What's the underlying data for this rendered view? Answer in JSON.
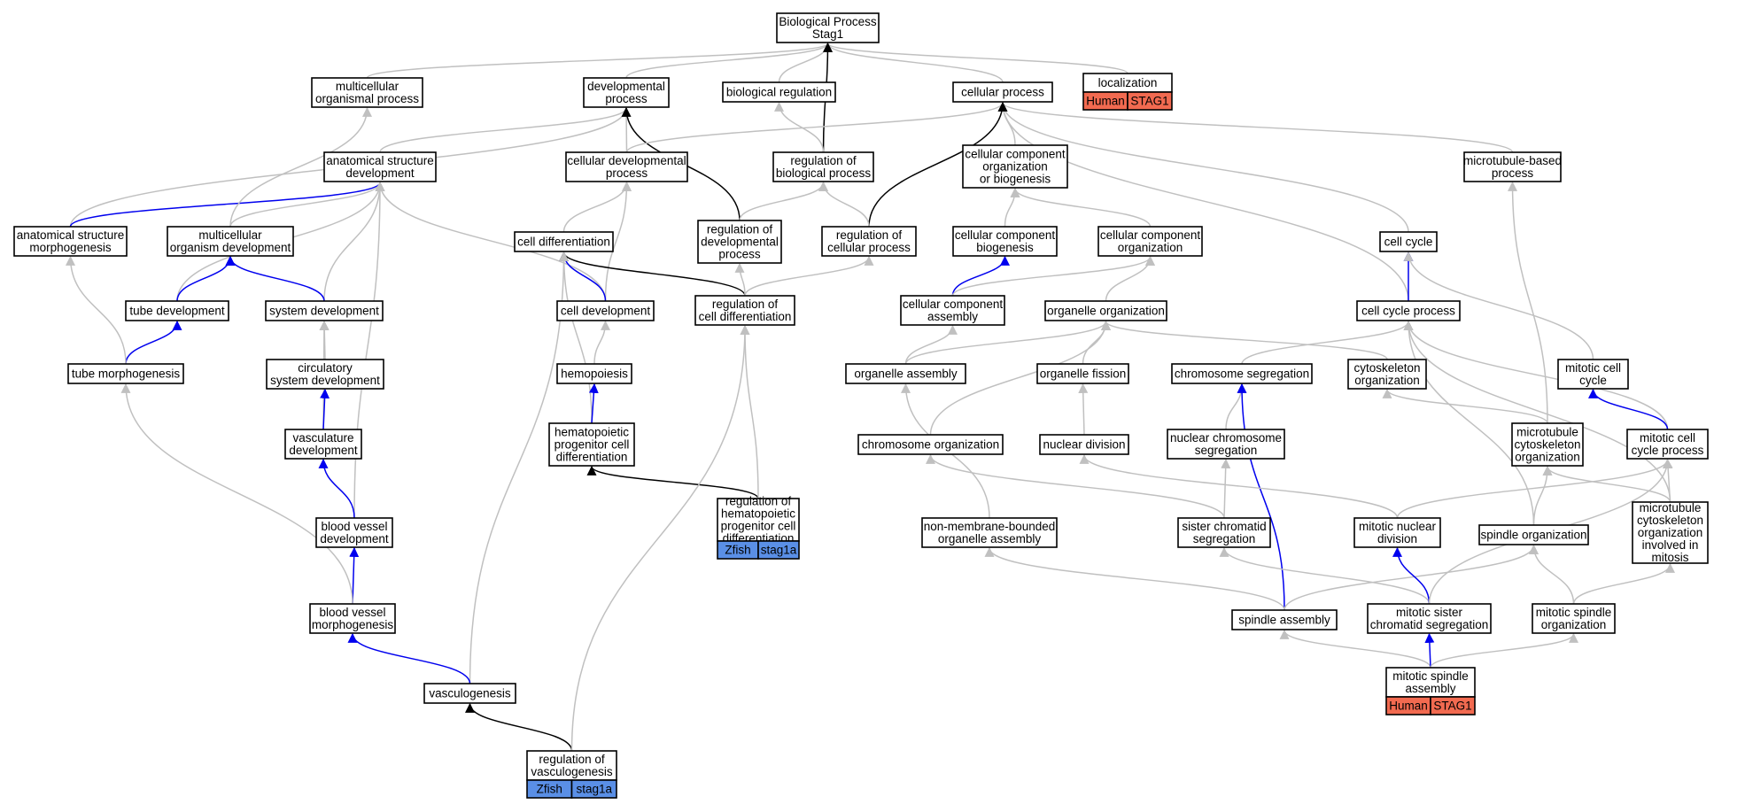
{
  "colors": {
    "edge_is_a": "#c0c0c0",
    "edge_part_of": "#0000ee",
    "edge_regulates": "#000000",
    "annot_human": "#f26a50",
    "annot_zfish": "#5a8fe6"
  },
  "nodes": [
    {
      "id": "bp",
      "lines": [
        "Biological Process",
        "Stag1"
      ]
    },
    {
      "id": "mop",
      "lines": [
        "multicellular",
        "organismal process"
      ]
    },
    {
      "id": "dp",
      "lines": [
        "developmental",
        "process"
      ]
    },
    {
      "id": "breg",
      "lines": [
        "biological regulation"
      ]
    },
    {
      "id": "cp",
      "lines": [
        "cellular process"
      ]
    },
    {
      "id": "loc",
      "lines": [
        "localization"
      ],
      "annotation": [
        "Human",
        "STAG1"
      ]
    },
    {
      "id": "asd",
      "lines": [
        "anatomical structure",
        "development"
      ]
    },
    {
      "id": "cdp",
      "lines": [
        "cellular developmental",
        "process"
      ]
    },
    {
      "id": "rbp",
      "lines": [
        "regulation of",
        "biological process"
      ]
    },
    {
      "id": "ccob",
      "lines": [
        "cellular component",
        "organization",
        "or biogenesis"
      ]
    },
    {
      "id": "mbp",
      "lines": [
        "microtubule-based",
        "process"
      ]
    },
    {
      "id": "asm",
      "lines": [
        "anatomical structure",
        "morphogenesis"
      ]
    },
    {
      "id": "mod",
      "lines": [
        "multicellular",
        "organism development"
      ]
    },
    {
      "id": "cdiff",
      "lines": [
        "cell differentiation"
      ]
    },
    {
      "id": "rdp",
      "lines": [
        "regulation of",
        "developmental",
        "process"
      ]
    },
    {
      "id": "rcp",
      "lines": [
        "regulation of",
        "cellular process"
      ]
    },
    {
      "id": "ccb",
      "lines": [
        "cellular component",
        "biogenesis"
      ]
    },
    {
      "id": "cco",
      "lines": [
        "cellular component",
        "organization"
      ]
    },
    {
      "id": "cc",
      "lines": [
        "cell cycle"
      ]
    },
    {
      "id": "td",
      "lines": [
        "tube development"
      ]
    },
    {
      "id": "sd",
      "lines": [
        "system development"
      ]
    },
    {
      "id": "cdev",
      "lines": [
        "cell development"
      ]
    },
    {
      "id": "rcd",
      "lines": [
        "regulation of",
        "cell differentiation"
      ]
    },
    {
      "id": "cca",
      "lines": [
        "cellular component",
        "assembly"
      ]
    },
    {
      "id": "oo",
      "lines": [
        "organelle organization"
      ]
    },
    {
      "id": "ccp",
      "lines": [
        "cell cycle process"
      ]
    },
    {
      "id": "tm",
      "lines": [
        "tube morphogenesis"
      ]
    },
    {
      "id": "csd",
      "lines": [
        "circulatory",
        "system development"
      ]
    },
    {
      "id": "hemo",
      "lines": [
        "hemopoiesis"
      ]
    },
    {
      "id": "oa",
      "lines": [
        "organelle assembly"
      ]
    },
    {
      "id": "of",
      "lines": [
        "organelle fission"
      ]
    },
    {
      "id": "cs",
      "lines": [
        "chromosome segregation"
      ]
    },
    {
      "id": "co",
      "lines": [
        "cytoskeleton",
        "organization"
      ]
    },
    {
      "id": "mcc",
      "lines": [
        "mitotic cell",
        "cycle"
      ]
    },
    {
      "id": "vd",
      "lines": [
        "vasculature",
        "development"
      ]
    },
    {
      "id": "hpcd",
      "lines": [
        "hematopoietic",
        "progenitor cell",
        "differentiation"
      ]
    },
    {
      "id": "chro",
      "lines": [
        "chromosome organization"
      ]
    },
    {
      "id": "nd",
      "lines": [
        "nuclear division"
      ]
    },
    {
      "id": "ncs",
      "lines": [
        "nuclear chromosome",
        "segregation"
      ]
    },
    {
      "id": "mco",
      "lines": [
        "microtubule",
        "cytoskeleton",
        "organization"
      ]
    },
    {
      "id": "mccp",
      "lines": [
        "mitotic cell",
        "cycle process"
      ]
    },
    {
      "id": "rhpcd",
      "lines": [
        "regulation of",
        "hematopoietic",
        "progenitor cell",
        "differentiation"
      ],
      "annotation": [
        "Zfish",
        "stag1a"
      ]
    },
    {
      "id": "bvd",
      "lines": [
        "blood vessel",
        "development"
      ]
    },
    {
      "id": "nmboa",
      "lines": [
        "non-membrane-bounded",
        "organelle assembly"
      ]
    },
    {
      "id": "scs",
      "lines": [
        "sister chromatid",
        "segregation"
      ]
    },
    {
      "id": "mnd",
      "lines": [
        "mitotic nuclear",
        "division"
      ]
    },
    {
      "id": "so",
      "lines": [
        "spindle organization"
      ]
    },
    {
      "id": "mcoim",
      "lines": [
        "microtubule",
        "cytoskeleton",
        "organization",
        "involved in",
        "mitosis"
      ]
    },
    {
      "id": "bvm",
      "lines": [
        "blood vessel",
        "morphogenesis"
      ]
    },
    {
      "id": "sa",
      "lines": [
        "spindle assembly"
      ]
    },
    {
      "id": "mscs",
      "lines": [
        "mitotic sister",
        "chromatid segregation"
      ]
    },
    {
      "id": "mso",
      "lines": [
        "mitotic spindle",
        "organization"
      ]
    },
    {
      "id": "msa",
      "lines": [
        "mitotic spindle",
        "assembly"
      ],
      "annotation": [
        "Human",
        "STAG1"
      ]
    },
    {
      "id": "vasc",
      "lines": [
        "vasculogenesis"
      ]
    },
    {
      "id": "rv",
      "lines": [
        "regulation of",
        "vasculogenesis"
      ],
      "annotation": [
        "Zfish",
        "stag1a"
      ]
    }
  ],
  "edges": [
    {
      "from": "mop",
      "to": "bp",
      "type": "is_a"
    },
    {
      "from": "dp",
      "to": "bp",
      "type": "is_a"
    },
    {
      "from": "breg",
      "to": "bp",
      "type": "is_a"
    },
    {
      "from": "cp",
      "to": "bp",
      "type": "is_a"
    },
    {
      "from": "loc",
      "to": "bp",
      "type": "is_a"
    },
    {
      "from": "rbp",
      "to": "bp",
      "type": "regulates"
    },
    {
      "from": "asd",
      "to": "dp",
      "type": "is_a"
    },
    {
      "from": "cdp",
      "to": "dp",
      "type": "is_a"
    },
    {
      "from": "asm",
      "to": "dp",
      "type": "is_a"
    },
    {
      "from": "rdp",
      "to": "dp",
      "type": "regulates"
    },
    {
      "from": "cdp",
      "to": "cp",
      "type": "is_a"
    },
    {
      "from": "ccob",
      "to": "cp",
      "type": "is_a"
    },
    {
      "from": "mbp",
      "to": "cp",
      "type": "is_a"
    },
    {
      "from": "cc",
      "to": "cp",
      "type": "is_a"
    },
    {
      "from": "ccp",
      "to": "cp",
      "type": "is_a"
    },
    {
      "from": "rcp",
      "to": "cp",
      "type": "regulates"
    },
    {
      "from": "rbp",
      "to": "breg",
      "type": "is_a"
    },
    {
      "from": "asm",
      "to": "asd",
      "type": "part_of"
    },
    {
      "from": "mod",
      "to": "asd",
      "type": "is_a"
    },
    {
      "from": "mod",
      "to": "mop",
      "type": "is_a"
    },
    {
      "from": "td",
      "to": "asd",
      "type": "is_a"
    },
    {
      "from": "sd",
      "to": "asd",
      "type": "is_a"
    },
    {
      "from": "cdev",
      "to": "asd",
      "type": "is_a"
    },
    {
      "from": "bvd",
      "to": "asd",
      "type": "is_a"
    },
    {
      "from": "cdiff",
      "to": "cdp",
      "type": "is_a"
    },
    {
      "from": "cdev",
      "to": "cdp",
      "type": "is_a"
    },
    {
      "from": "rdp",
      "to": "rbp",
      "type": "is_a"
    },
    {
      "from": "rcp",
      "to": "rbp",
      "type": "is_a"
    },
    {
      "from": "ccb",
      "to": "ccob",
      "type": "is_a"
    },
    {
      "from": "cco",
      "to": "ccob",
      "type": "is_a"
    },
    {
      "from": "td",
      "to": "mod",
      "type": "part_of"
    },
    {
      "from": "sd",
      "to": "mod",
      "type": "part_of"
    },
    {
      "from": "cdev",
      "to": "cdiff",
      "type": "part_of"
    },
    {
      "from": "rcd",
      "to": "cdiff",
      "type": "regulates"
    },
    {
      "from": "rcd",
      "to": "rdp",
      "type": "is_a"
    },
    {
      "from": "rcd",
      "to": "rcp",
      "type": "is_a"
    },
    {
      "from": "cca",
      "to": "ccb",
      "type": "part_of"
    },
    {
      "from": "cca",
      "to": "cco",
      "type": "is_a"
    },
    {
      "from": "oo",
      "to": "cco",
      "type": "is_a"
    },
    {
      "from": "ccp",
      "to": "cc",
      "type": "part_of"
    },
    {
      "from": "mcc",
      "to": "cc",
      "type": "is_a"
    },
    {
      "from": "tm",
      "to": "td",
      "type": "part_of"
    },
    {
      "from": "tm",
      "to": "asm",
      "type": "is_a"
    },
    {
      "from": "csd",
      "to": "sd",
      "type": "is_a"
    },
    {
      "from": "vd",
      "to": "sd",
      "type": "is_a"
    },
    {
      "from": "hemo",
      "to": "cdev",
      "type": "is_a"
    },
    {
      "from": "hpcd",
      "to": "cdiff",
      "type": "is_a"
    },
    {
      "from": "vasc",
      "to": "cdiff",
      "type": "is_a"
    },
    {
      "from": "oa",
      "to": "cca",
      "type": "is_a"
    },
    {
      "from": "oa",
      "to": "oo",
      "type": "is_a"
    },
    {
      "from": "of",
      "to": "oo",
      "type": "is_a"
    },
    {
      "from": "chro",
      "to": "oo",
      "type": "is_a"
    },
    {
      "from": "co",
      "to": "oo",
      "type": "is_a"
    },
    {
      "from": "cs",
      "to": "ccp",
      "type": "is_a"
    },
    {
      "from": "so",
      "to": "ccp",
      "type": "is_a"
    },
    {
      "from": "mccp",
      "to": "ccp",
      "type": "is_a"
    },
    {
      "from": "mcoim",
      "to": "ccp",
      "type": "is_a"
    },
    {
      "from": "vd",
      "to": "csd",
      "type": "part_of"
    },
    {
      "from": "hpcd",
      "to": "hemo",
      "type": "part_of"
    },
    {
      "from": "nd",
      "to": "of",
      "type": "is_a"
    },
    {
      "from": "ncs",
      "to": "cs",
      "type": "is_a"
    },
    {
      "from": "sa",
      "to": "cs",
      "type": "part_of"
    },
    {
      "from": "mco",
      "to": "co",
      "type": "is_a"
    },
    {
      "from": "mco",
      "to": "mbp",
      "type": "is_a"
    },
    {
      "from": "mccp",
      "to": "mcc",
      "type": "part_of"
    },
    {
      "from": "bvd",
      "to": "vd",
      "type": "part_of"
    },
    {
      "from": "rhpcd",
      "to": "hpcd",
      "type": "regulates"
    },
    {
      "from": "rhpcd",
      "to": "rcd",
      "type": "is_a"
    },
    {
      "from": "nmboa",
      "to": "oa",
      "type": "is_a"
    },
    {
      "from": "scs",
      "to": "chro",
      "type": "is_a"
    },
    {
      "from": "scs",
      "to": "ncs",
      "type": "is_a"
    },
    {
      "from": "mnd",
      "to": "nd",
      "type": "is_a"
    },
    {
      "from": "mnd",
      "to": "mccp",
      "type": "is_a"
    },
    {
      "from": "so",
      "to": "mco",
      "type": "is_a"
    },
    {
      "from": "mcoim",
      "to": "mco",
      "type": "is_a"
    },
    {
      "from": "mcoim",
      "to": "mccp",
      "type": "is_a"
    },
    {
      "from": "bvm",
      "to": "bvd",
      "type": "part_of"
    },
    {
      "from": "bvm",
      "to": "tm",
      "type": "is_a"
    },
    {
      "from": "sa",
      "to": "nmboa",
      "type": "is_a"
    },
    {
      "from": "sa",
      "to": "so",
      "type": "is_a"
    },
    {
      "from": "mscs",
      "to": "scs",
      "type": "is_a"
    },
    {
      "from": "mscs",
      "to": "mnd",
      "type": "part_of"
    },
    {
      "from": "mscs",
      "to": "mccp",
      "type": "is_a"
    },
    {
      "from": "mso",
      "to": "so",
      "type": "is_a"
    },
    {
      "from": "mso",
      "to": "mcoim",
      "type": "is_a"
    },
    {
      "from": "msa",
      "to": "sa",
      "type": "is_a"
    },
    {
      "from": "msa",
      "to": "mscs",
      "type": "part_of"
    },
    {
      "from": "msa",
      "to": "mso",
      "type": "is_a"
    },
    {
      "from": "vasc",
      "to": "bvm",
      "type": "part_of"
    },
    {
      "from": "rv",
      "to": "vasc",
      "type": "regulates"
    },
    {
      "from": "rv",
      "to": "rcd",
      "type": "is_a"
    }
  ]
}
